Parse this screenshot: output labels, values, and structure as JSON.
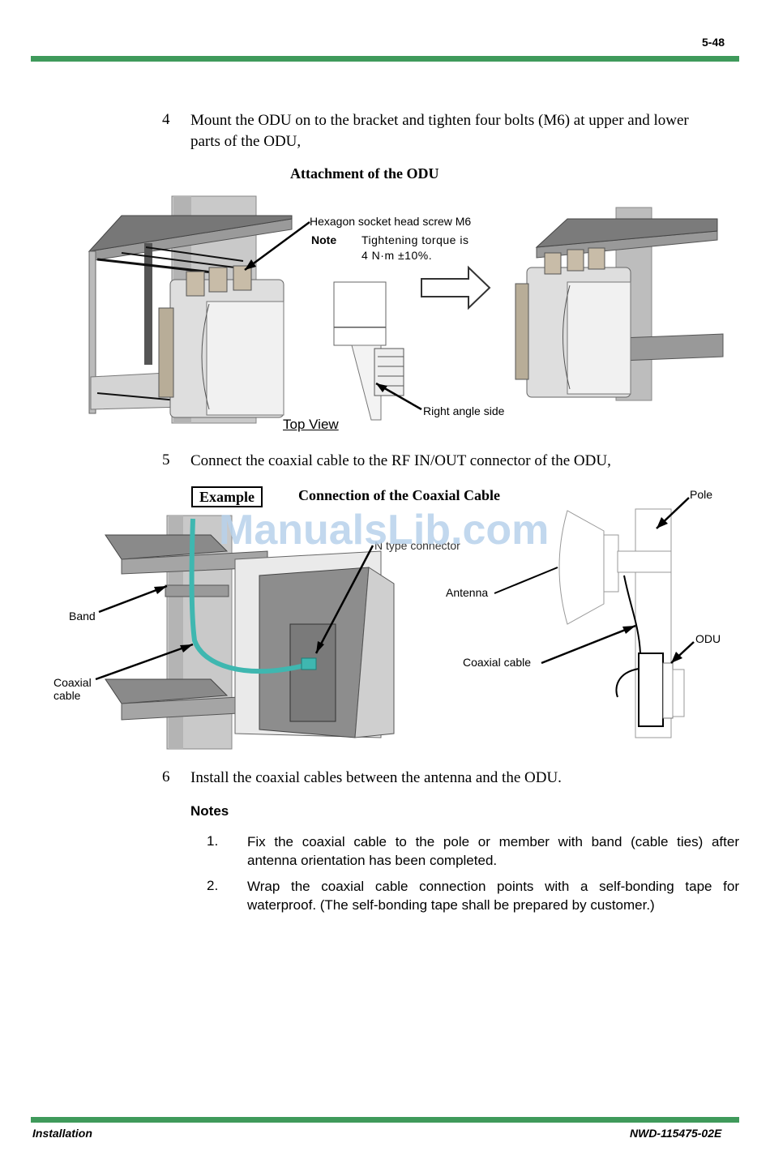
{
  "header": {
    "page_number": "5-48"
  },
  "steps": [
    {
      "number": "4",
      "text_line1": "Mount the ODU on to the bracket and tighten four bolts (M6) at upper and lower",
      "text_line2": "parts of the ODU,"
    },
    {
      "number": "5",
      "text": "Connect the coaxial cable to the RF IN/OUT connector of the ODU,"
    },
    {
      "number": "6",
      "text": "Install the coaxial cables between the antenna and the ODU."
    }
  ],
  "figure1": {
    "caption": "Attachment of the ODU",
    "hex_screw_label": "Hexagon socket head screw M6",
    "note_label": "Note",
    "note_line1": "Tightening torque is",
    "note_line2": "4 N·m ±10%.",
    "right_angle_label": "Right angle side",
    "top_view_label": "Top View"
  },
  "figure2": {
    "example_label": "Example",
    "caption": "Connection of the Coaxial Cable",
    "n_type_label": "N type connector",
    "band_label": "Band",
    "coax_left_line1": "Coaxial",
    "coax_left_line2": "cable",
    "pole_label": "Pole",
    "antenna_label": "Antenna",
    "odu_label": "ODU",
    "coax_right_label": "Coaxial cable"
  },
  "watermark": "ManualsLib.com",
  "notes": {
    "heading": "Notes",
    "items": [
      {
        "num": "1.",
        "line1": "Fix the coaxial cable to the pole or member with band (cable ties) after",
        "line2": "antenna orientation has been completed."
      },
      {
        "num": "2.",
        "line1": "Wrap the coaxial cable connection points with a self-bonding tape for",
        "line2": "waterproof. (The self-bonding tape shall be prepared by customer.)"
      }
    ]
  },
  "footer": {
    "left": "Installation",
    "right": "NWD-115475-02E"
  },
  "colors": {
    "rule": "#3f9a5b",
    "cable": "#3fb7b0",
    "watermark": "#b8d2ec"
  }
}
